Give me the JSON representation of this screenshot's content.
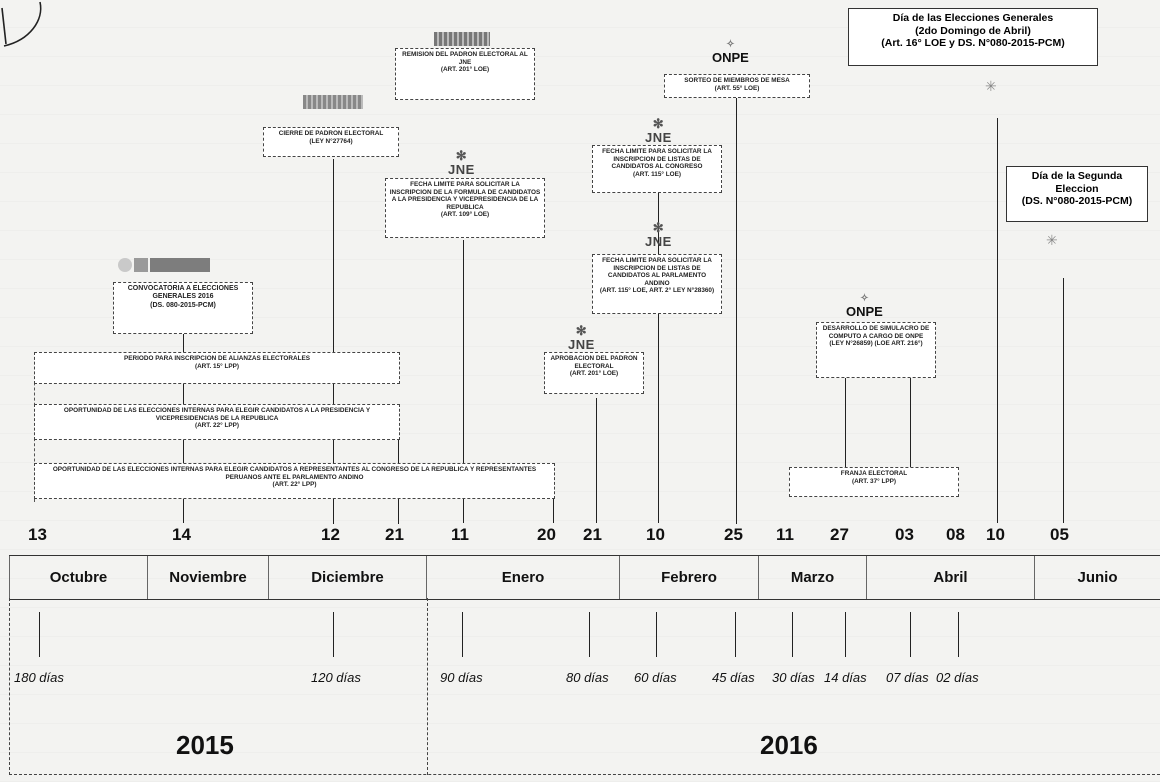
{
  "colors": {
    "ink": "#111111",
    "paper": "#f3f3f1",
    "box_border": "#444444"
  },
  "events": {
    "convocatoria": "CONVOCATORIA A ELECCIONES GENERALES 2016",
    "convocatoria_ref": "(DS. 080-2015-PCM)",
    "cierre_padron": "CIERRE DE PADRON ELECTORAL",
    "cierre_padron_ref": "(Ley N°27764)",
    "remision_padron": "REMISION DEL PADRON ELECTORAL AL JNE",
    "remision_padron_ref": "(Art. 201° LOE)",
    "limite_presidencia": "FECHA LIMITE PARA SOLICITAR LA INSCRIPCION DE LA FORMULA DE CANDIDATOS A LA PRESIDENCIA Y VICEPRESIDENCIA DE LA REPUBLICA",
    "limite_presidencia_ref": "(Art. 109° LOE)",
    "sorteo": "SORTEO DE MIEMBROS DE MESA",
    "sorteo_ref": "(Art. 55° LOE)",
    "limite_congreso": "FECHA LIMITE PARA SOLICITAR LA INSCRIPCION DE LISTAS DE CANDIDATOS AL CONGRESO",
    "limite_congreso_ref": "(Art. 115° LOE)",
    "limite_andino": "FECHA LIMITE PARA SOLICITAR LA INSCRIPCION DE LISTAS DE CANDIDATOS AL PARLAMENTO ANDINO",
    "limite_andino_ref": "(Art. 115° LOE, Art. 2° Ley N°28360)",
    "aprobacion_padron": "APROBACION DEL PADRON ELECTORAL",
    "aprobacion_padron_ref": "(Art. 201° LOE)",
    "simulacro": "DESARROLLO DE SIMULACRO DE COMPUTO A CARGO DE ONPE",
    "simulacro_ref": "(Ley N°26859) (LOE Art. 216°)",
    "franja": "FRANJA ELECTORAL",
    "franja_ref": "(Art. 37° LPP)",
    "periodo_alianzas": "PERIODO PARA INSCRIPCION DE ALIANZAS ELECTORALES",
    "periodo_alianzas_ref": "(Art. 15° LPP)",
    "internas_presidencia": "OPORTUNIDAD DE LAS ELECCIONES INTERNAS PARA ELEGIR CANDIDATOS A LA PRESIDENCIA Y VICEPRESIDENCIAS DE LA REPUBLICA",
    "internas_presidencia_ref": "(Art. 22° LPP)",
    "internas_congreso": "OPORTUNIDAD DE LAS ELECCIONES INTERNAS PARA ELEGIR CANDIDATOS A REPRESENTANTES AL CONGRESO DE LA REPUBLICA Y REPRESENTANTES PERUANOS ANTE EL PARLAMENTO ANDINO",
    "internas_congreso_ref": "(Art. 22° LPP)",
    "dia_elecciones_line1": "Día de las Elecciones Generales",
    "dia_elecciones_line2": "(2do Domingo de Abril)",
    "dia_elecciones_line3": "(Art. 16° LOE y DS. N°080-2015-PCM)",
    "segunda_line1": "Día de la Segunda",
    "segunda_line2": "Eleccion",
    "segunda_line3": "(DS. N°080-2015-PCM)"
  },
  "logos": {
    "jne": "JNE",
    "onpe": "ONPE"
  },
  "day_numbers": [
    "13",
    "14",
    "12",
    "21",
    "11",
    "20",
    "21",
    "10",
    "25",
    "11",
    "27",
    "03",
    "08",
    "10",
    "05"
  ],
  "months": [
    "Octubre",
    "Noviembre",
    "Diciembre",
    "Enero",
    "Febrero",
    "Marzo",
    "Abril",
    "Junio"
  ],
  "days_left": [
    "180 días",
    "120 días",
    "90 días",
    "80 días",
    "60 días",
    "45 días",
    "30 días",
    "14 días",
    "07 días",
    "02 días"
  ],
  "years": [
    "2015",
    "2016"
  ]
}
